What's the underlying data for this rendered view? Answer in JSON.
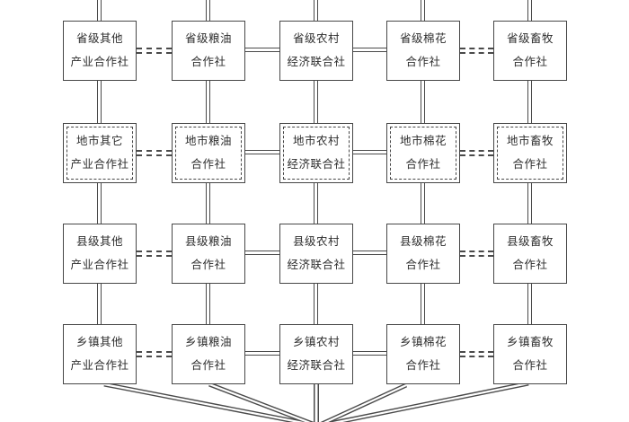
{
  "diagram": {
    "description": "Hierarchy of rural cooperative organizations at provincial, prefecture, county and township levels",
    "colors": {
      "line": "#4a4a4a",
      "text": "#2d2d2d",
      "background": "#ffffff"
    },
    "rows": [
      {
        "level": "provincial",
        "boxes": [
          {
            "line1": "省级其他",
            "line2": "产业合作社"
          },
          {
            "line1": "省级粮油",
            "line2": "合作社"
          },
          {
            "line1": "省级农村",
            "line2": "经济联合社"
          },
          {
            "line1": "省级棉花",
            "line2": "合作社"
          },
          {
            "line1": "省级畜牧",
            "line2": "合作社"
          }
        ]
      },
      {
        "level": "prefecture",
        "boxes": [
          {
            "line1": "地市其它",
            "line2": "产业合作社"
          },
          {
            "line1": "地市粮油",
            "line2": "合作社"
          },
          {
            "line1": "地市农村",
            "line2": "经济联合社"
          },
          {
            "line1": "地市棉花",
            "line2": "合作社"
          },
          {
            "line1": "地市畜牧",
            "line2": "合作社"
          }
        ]
      },
      {
        "level": "county",
        "boxes": [
          {
            "line1": "县级其他",
            "line2": "产业合作社"
          },
          {
            "line1": "县级粮油",
            "line2": "合作社"
          },
          {
            "line1": "县级农村",
            "line2": "经济联合社"
          },
          {
            "line1": "县级棉花",
            "line2": "合作社"
          },
          {
            "line1": "县级畜牧",
            "line2": "合作社"
          }
        ]
      },
      {
        "level": "township",
        "boxes": [
          {
            "line1": "乡镇其他",
            "line2": "产业合作社"
          },
          {
            "line1": "乡镇粮油",
            "line2": "合作社"
          },
          {
            "line1": "乡镇农村",
            "line2": "经济联合社"
          },
          {
            "line1": "乡镇棉花",
            "line2": "合作社"
          },
          {
            "line1": "乡镇畜牧",
            "line2": "合作社"
          }
        ]
      }
    ]
  }
}
